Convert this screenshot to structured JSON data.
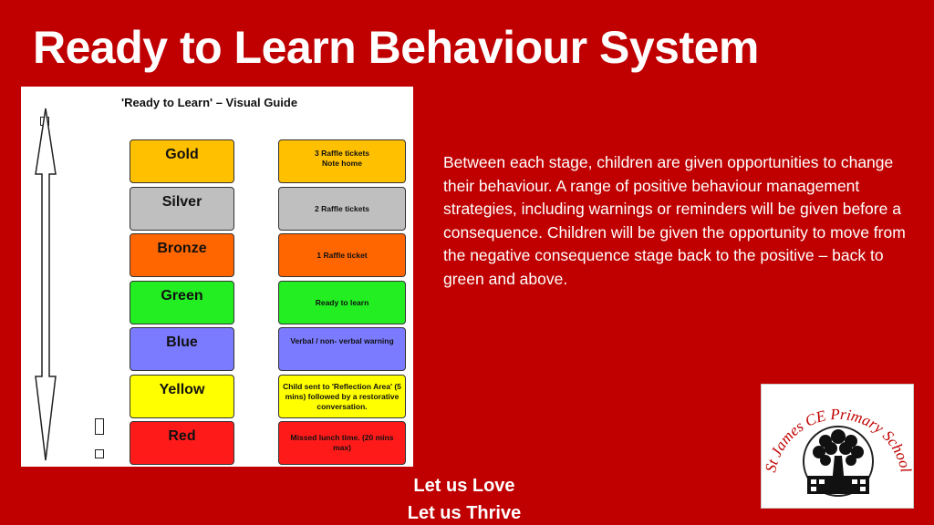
{
  "slide": {
    "title": "Ready to Learn Behaviour System",
    "body_text": "Between each stage, children are given opportunities to change their behaviour. A range of positive behaviour management strategies, including warnings or reminders will be given before a consequence. Children will be given the opportunity to move from the negative consequence stage back to the positive – back to green and above.",
    "footer_line1": "Let us Love",
    "footer_line2": "Let us Thrive"
  },
  "guide": {
    "title": "'Ready to Learn' – Visual Guide",
    "levels": [
      {
        "label": "Gold",
        "color": "#ffc000",
        "description": "3 Raffle tickets\nNote home"
      },
      {
        "label": "Silver",
        "color": "#bfbfbf",
        "description": "2 Raffle tickets"
      },
      {
        "label": "Bronze",
        "color": "#ff6600",
        "description": "1 Raffle ticket"
      },
      {
        "label": "Green",
        "color": "#22ee22",
        "description": "Ready to learn"
      },
      {
        "label": "Blue",
        "color": "#7b7bff",
        "description": "Verbal / non- verbal warning"
      },
      {
        "label": "Yellow",
        "color": "#ffff00",
        "description": "Child sent to 'Reflection Area' (5 mins) followed by a restorative conversation."
      },
      {
        "label": "Red",
        "color": "#ff1a1a",
        "description": "Missed lunch time. (20 mins max)"
      }
    ]
  },
  "logo": {
    "text": "St James CE Primary School",
    "icon": "tree-logo-icon"
  },
  "colors": {
    "background": "#c00000",
    "text": "#ffffff"
  }
}
